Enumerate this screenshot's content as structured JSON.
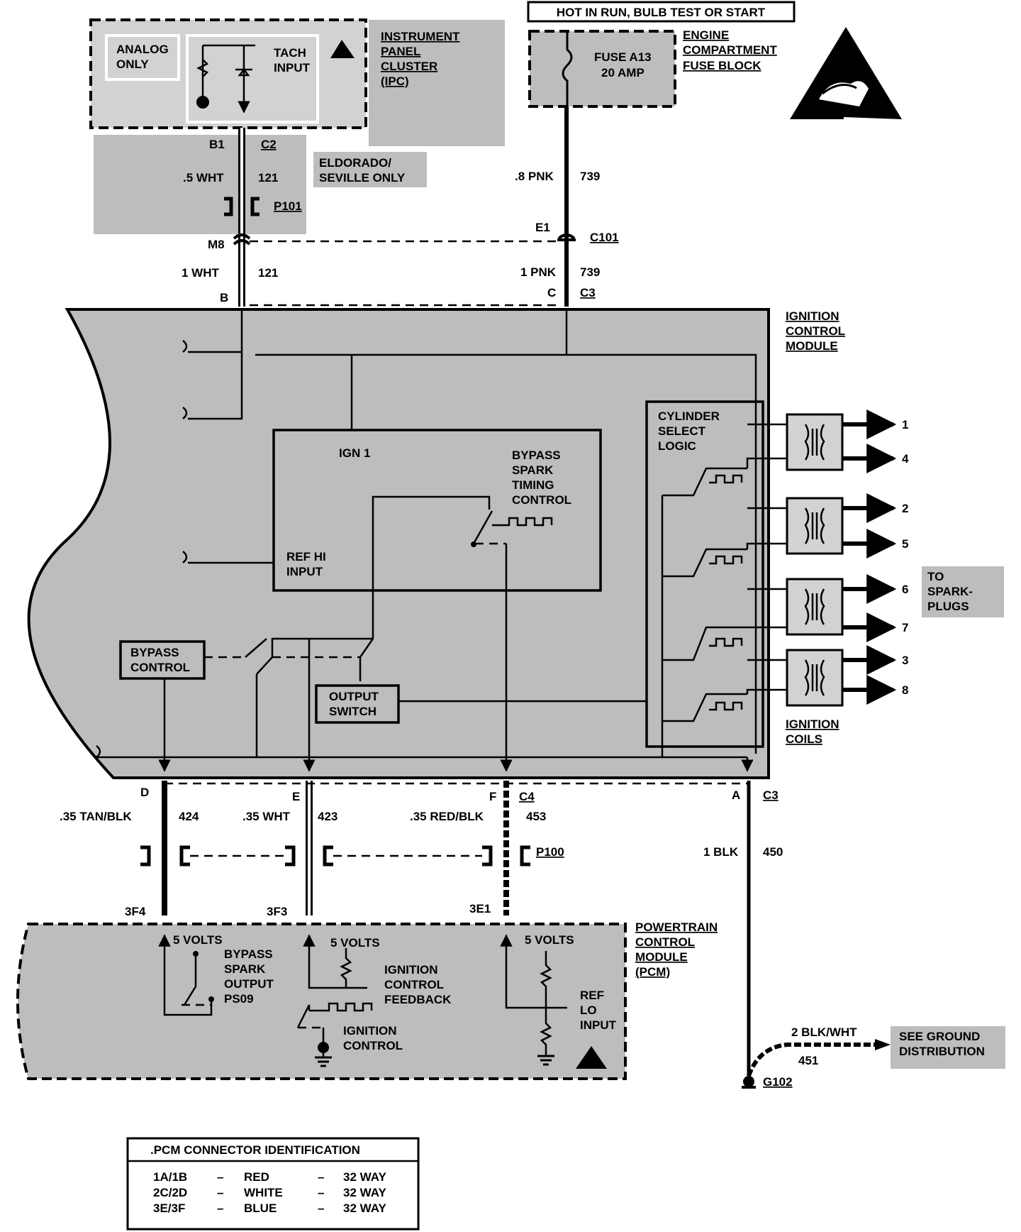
{
  "header": {
    "hot_label": "HOT IN RUN,  BULB TEST OR START"
  },
  "fuse_block": {
    "name": "ENGINE COMPARTMENT FUSE BLOCK",
    "lines": [
      "ENGINE",
      "COMPARTMENT",
      "FUSE BLOCK"
    ],
    "fuse": "FUSE A13",
    "rating": "20 AMP"
  },
  "ipc": {
    "lines": [
      "INSTRUMENT",
      "PANEL",
      "CLUSTER",
      "(IPC)"
    ],
    "analog_lines": [
      "ANALOG",
      "ONLY"
    ],
    "tach_lines": [
      "TACH",
      "INPUT"
    ],
    "eldorado_lines": [
      "ELDORADO/",
      "SEVILLE ONLY"
    ]
  },
  "connectors": {
    "b1": "B1",
    "c2": "C2",
    "p101": "P101",
    "m8": "M8",
    "e1": "E1",
    "c101": "C101",
    "b": "B",
    "c": "C",
    "c3_top": "C3",
    "d": "D",
    "e": "E",
    "f": "F",
    "c4": "C4",
    "a": "A",
    "c3_bottom": "C3",
    "p100": "P100",
    "pin_3f4": "3F4",
    "pin_3f3": "3F3",
    "pin_3e1": "3E1",
    "g102": "G102"
  },
  "wires": {
    "wht_ipc": ".5 WHT",
    "c121_a": "121",
    "pnk_fuse": ".8 PNK",
    "c739_a": "739",
    "wht_icm": "1  WHT",
    "c121_b": "121",
    "pnk_icm": "1 PNK",
    "c739_b": "739",
    "tanblk": ".35 TAN/BLK",
    "c424": "424",
    "wht_35": ".35 WHT",
    "c423": "423",
    "redblk": ".35 RED/BLK",
    "c453": "453",
    "blk": "1 BLK",
    "c450": "450",
    "blkwht": "2 BLK/WHT",
    "c451": "451"
  },
  "icm": {
    "lines": [
      "IGNITION",
      "CONTROL",
      "MODULE"
    ],
    "ign1": "IGN 1",
    "bypass_timing_lines": [
      "BYPASS",
      "SPARK",
      "TIMING",
      "CONTROL"
    ],
    "ref_hi_lines": [
      "REF HI",
      "INPUT"
    ],
    "bypass_control_lines": [
      "BYPASS",
      "CONTROL"
    ],
    "output_switch_lines": [
      "OUTPUT",
      "SWITCH"
    ],
    "cyl_select_lines": [
      "CYLINDER",
      "SELECT",
      "LOGIC"
    ]
  },
  "coils": {
    "label_lines": [
      "IGNITION",
      "COILS"
    ],
    "outputs": [
      "1",
      "4",
      "2",
      "5",
      "6",
      "7",
      "3",
      "8"
    ],
    "spark_lines": [
      "TO",
      "SPARK-",
      "PLUGS"
    ]
  },
  "pcm": {
    "lines": [
      "POWERTRAIN",
      "CONTROL",
      "MODULE",
      "(PCM)"
    ],
    "volts": "5 VOLTS",
    "bypass_output_lines": [
      "BYPASS",
      "SPARK",
      "OUTPUT",
      "PS09"
    ],
    "feedback_lines": [
      "IGNITION",
      "CONTROL",
      "FEEDBACK"
    ],
    "ign_control_lines": [
      "IGNITION",
      "CONTROL"
    ],
    "ref_lo_lines": [
      "REF",
      "LO",
      "INPUT"
    ]
  },
  "ground": {
    "see_lines": [
      "SEE GROUND",
      "DISTRIBUTION"
    ]
  },
  "pcm_connector_table": {
    "title": ".PCM CONNECTOR IDENTIFICATION",
    "rows": [
      {
        "pins": "1A/1B",
        "dash1": "–",
        "color": "RED",
        "dash2": "–",
        "size": "32 WAY"
      },
      {
        "pins": "2C/2D",
        "dash1": "–",
        "color": "WHITE",
        "dash2": "–",
        "size": "32 WAY"
      },
      {
        "pins": "3E/3F",
        "dash1": "–",
        "color": "BLUE",
        "dash2": "–",
        "size": "32 WAY"
      }
    ]
  }
}
